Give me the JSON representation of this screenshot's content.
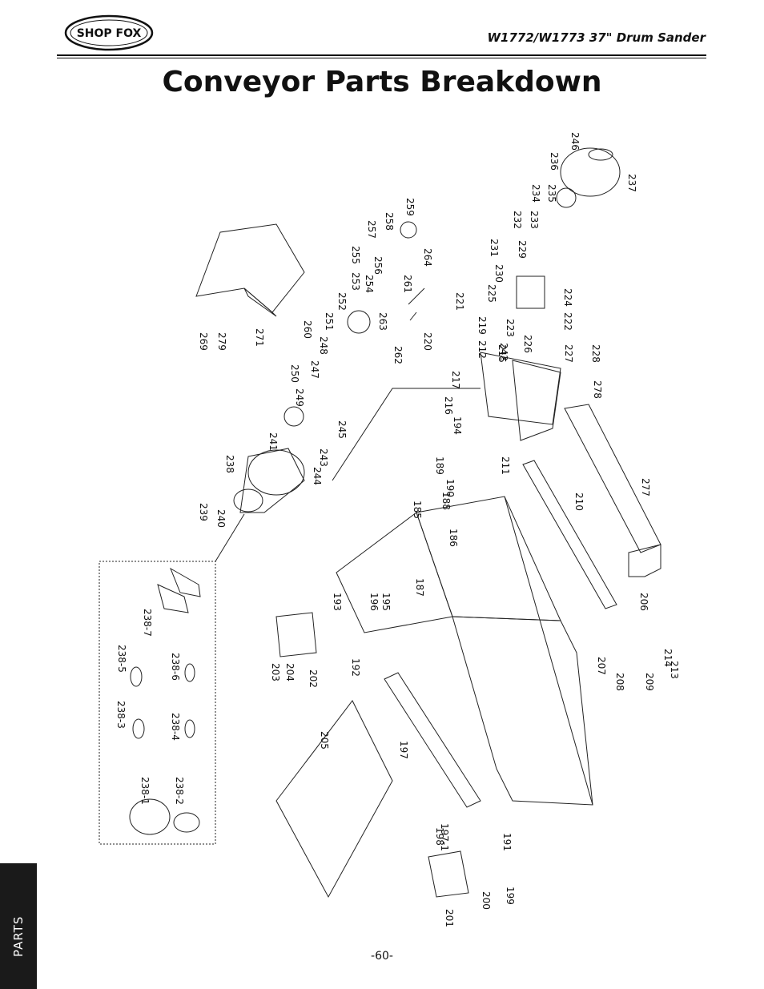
{
  "header": {
    "brand_logo_text": "SHOP FOX",
    "model": "W1772/W1773 37\" Drum Sander"
  },
  "page_title": "Conveyor Parts Breakdown",
  "section_tab": "PARTS",
  "page_number": "-60-",
  "callouts": [
    {
      "n": "185"
    },
    {
      "n": "186"
    },
    {
      "n": "187"
    },
    {
      "n": "188"
    },
    {
      "n": "189"
    },
    {
      "n": "190"
    },
    {
      "n": "191"
    },
    {
      "n": "192"
    },
    {
      "n": "193"
    },
    {
      "n": "194"
    },
    {
      "n": "195"
    },
    {
      "n": "196"
    },
    {
      "n": "197"
    },
    {
      "n": "197-1"
    },
    {
      "n": "198"
    },
    {
      "n": "199"
    },
    {
      "n": "200"
    },
    {
      "n": "201"
    },
    {
      "n": "202"
    },
    {
      "n": "203"
    },
    {
      "n": "204"
    },
    {
      "n": "205"
    },
    {
      "n": "206"
    },
    {
      "n": "207"
    },
    {
      "n": "208"
    },
    {
      "n": "209"
    },
    {
      "n": "210"
    },
    {
      "n": "211"
    },
    {
      "n": "212"
    },
    {
      "n": "213"
    },
    {
      "n": "214"
    },
    {
      "n": "215"
    },
    {
      "n": "216"
    },
    {
      "n": "217"
    },
    {
      "n": "219"
    },
    {
      "n": "220"
    },
    {
      "n": "221"
    },
    {
      "n": "222"
    },
    {
      "n": "223"
    },
    {
      "n": "224"
    },
    {
      "n": "225"
    },
    {
      "n": "226"
    },
    {
      "n": "227"
    },
    {
      "n": "228"
    },
    {
      "n": "229"
    },
    {
      "n": "230"
    },
    {
      "n": "231"
    },
    {
      "n": "232"
    },
    {
      "n": "233"
    },
    {
      "n": "234"
    },
    {
      "n": "235"
    },
    {
      "n": "236"
    },
    {
      "n": "237"
    },
    {
      "n": "238"
    },
    {
      "n": "238-1"
    },
    {
      "n": "238-2"
    },
    {
      "n": "238-3"
    },
    {
      "n": "238-4"
    },
    {
      "n": "238-5"
    },
    {
      "n": "238-6"
    },
    {
      "n": "238-7"
    },
    {
      "n": "239"
    },
    {
      "n": "240"
    },
    {
      "n": "241"
    },
    {
      "n": "242"
    },
    {
      "n": "243"
    },
    {
      "n": "244"
    },
    {
      "n": "245"
    },
    {
      "n": "246"
    },
    {
      "n": "247"
    },
    {
      "n": "248"
    },
    {
      "n": "249"
    },
    {
      "n": "250"
    },
    {
      "n": "251"
    },
    {
      "n": "252"
    },
    {
      "n": "253"
    },
    {
      "n": "254"
    },
    {
      "n": "255"
    },
    {
      "n": "256"
    },
    {
      "n": "257"
    },
    {
      "n": "258"
    },
    {
      "n": "259"
    },
    {
      "n": "260"
    },
    {
      "n": "261"
    },
    {
      "n": "262"
    },
    {
      "n": "263"
    },
    {
      "n": "264"
    },
    {
      "n": "269"
    },
    {
      "n": "271"
    },
    {
      "n": "277"
    },
    {
      "n": "278"
    },
    {
      "n": "279"
    }
  ]
}
